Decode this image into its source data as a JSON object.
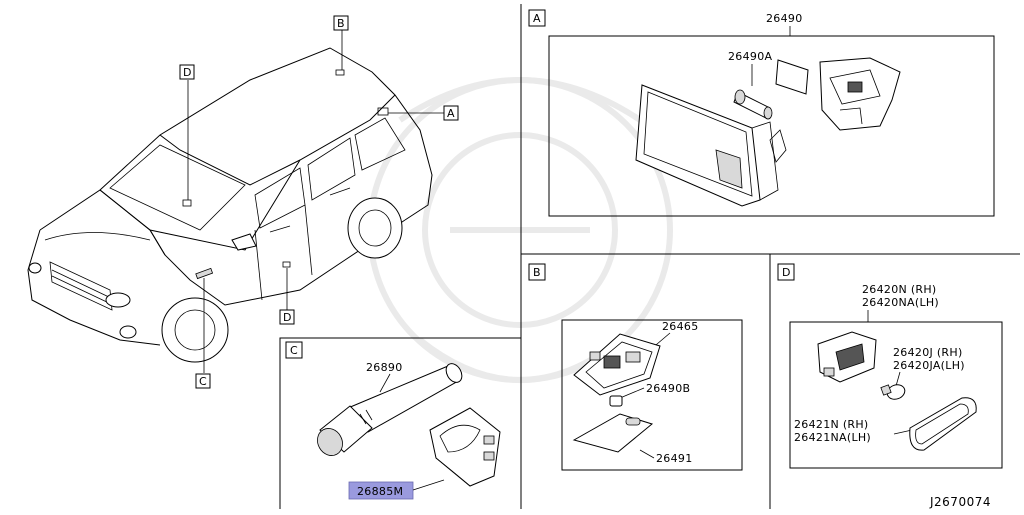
{
  "sections": {
    "A": {
      "tag": "A",
      "parts": {
        "main": "26490",
        "bulb": "26490A"
      }
    },
    "B": {
      "tag": "B",
      "parts": {
        "lamp": "26465",
        "bulb": "26490B",
        "lens": "26491"
      }
    },
    "C": {
      "tag": "C",
      "parts": {
        "flashlight": "26890",
        "bracket": "26885M"
      }
    },
    "D": {
      "tag": "D",
      "parts": {
        "lamp_rh": "26420N  (RH)",
        "lamp_lh": "26420NA(LH)",
        "bulb_rh": "26420J  (RH)",
        "bulb_lh": "26420JA(LH)",
        "lens_rh": "26421N  (RH)",
        "lens_lh": "26421NA(LH)"
      }
    }
  },
  "callouts": {
    "a": "A",
    "b": "B",
    "c": "C",
    "d_top": "D",
    "d_bottom": "D"
  },
  "diagram_code": "J2670074",
  "colors": {
    "highlight": "#9a9ade",
    "line": "#000000"
  }
}
